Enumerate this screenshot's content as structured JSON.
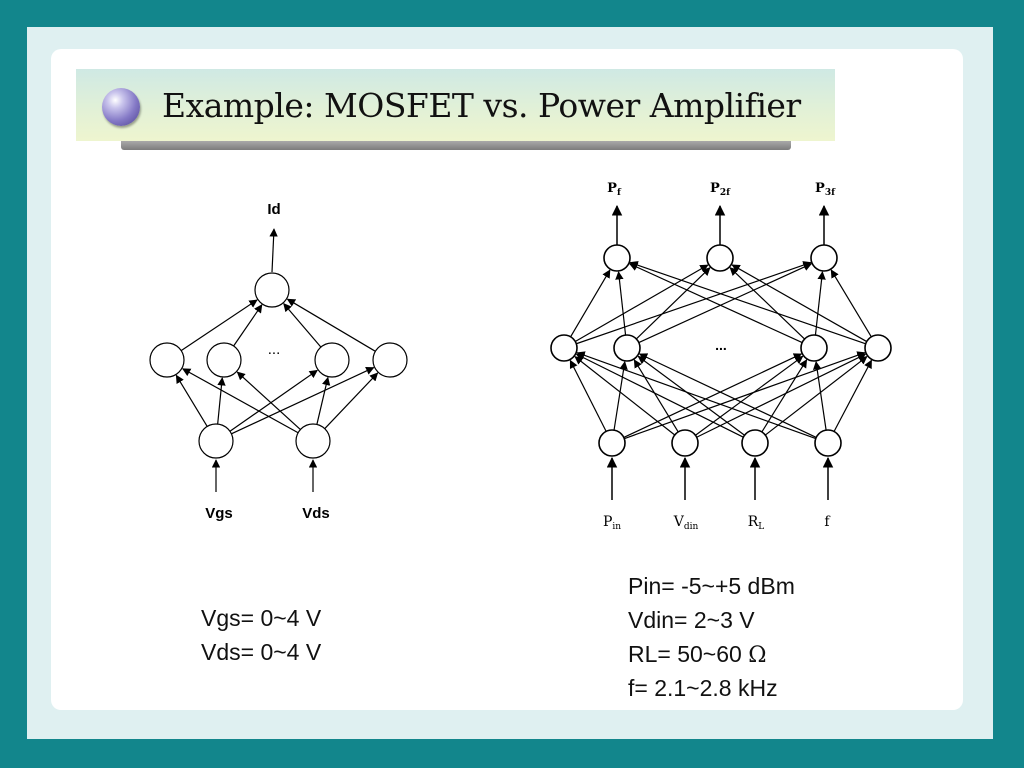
{
  "slide": {
    "title": "Example: MOSFET vs. Power Amplifier"
  },
  "mosfet_diagram": {
    "output_label": "Id",
    "input_labels": [
      "Vgs",
      "Vds"
    ],
    "hidden_ellipsis": "..."
  },
  "pa_diagram": {
    "output_labels": [
      {
        "main": "P",
        "sub": "f"
      },
      {
        "main": "P",
        "sub": "2f"
      },
      {
        "main": "P",
        "sub": "3f"
      }
    ],
    "input_labels": [
      {
        "main": "P",
        "sub": "in"
      },
      {
        "main": "V",
        "sub": "din"
      },
      {
        "main": "R",
        "sub": "L"
      },
      {
        "main": "f",
        "sub": ""
      }
    ],
    "hidden_ellipsis": "..."
  },
  "mosfet_ranges": {
    "vgs": "Vgs= 0~4 V",
    "vds": "Vds= 0~4 V"
  },
  "pa_ranges": {
    "pin": "Pin= -5~+5 dBm",
    "vdin": "Vdin= 2~3 V",
    "rl": "RL= 50~60",
    "rl_unit": "Ω",
    "f": "f=  2.1~2.8 kHz"
  }
}
